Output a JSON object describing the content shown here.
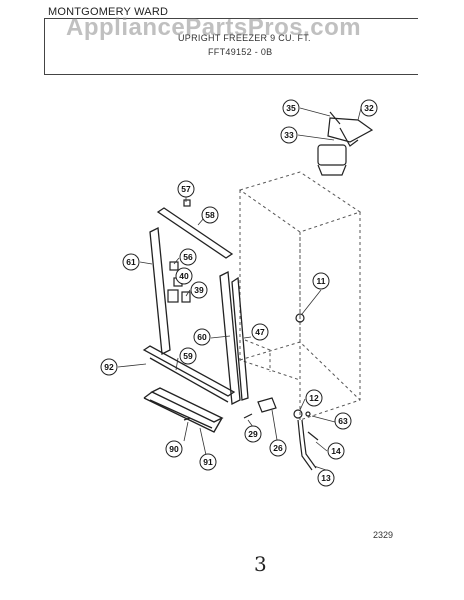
{
  "header": {
    "brand": "MONTGOMERY WARD",
    "watermark": "AppliancePartsPros.com",
    "model_title": "UPRIGHT FREEZER 9 CU. FT.",
    "model_code": "FFT49152 - 0B"
  },
  "footer": {
    "page_code": "2329",
    "page_number": "3"
  },
  "callouts": [
    {
      "id": "callout-35",
      "label": "35"
    },
    {
      "id": "callout-32",
      "label": "32"
    },
    {
      "id": "callout-33",
      "label": "33"
    },
    {
      "id": "callout-57",
      "label": "57"
    },
    {
      "id": "callout-58",
      "label": "58"
    },
    {
      "id": "callout-61",
      "label": "61"
    },
    {
      "id": "callout-56",
      "label": "56"
    },
    {
      "id": "callout-40",
      "label": "40"
    },
    {
      "id": "callout-39",
      "label": "39"
    },
    {
      "id": "callout-11",
      "label": "11"
    },
    {
      "id": "callout-60",
      "label": "60"
    },
    {
      "id": "callout-47",
      "label": "47"
    },
    {
      "id": "callout-92",
      "label": "92"
    },
    {
      "id": "callout-59",
      "label": "59"
    },
    {
      "id": "callout-12",
      "label": "12"
    },
    {
      "id": "callout-63",
      "label": "63"
    },
    {
      "id": "callout-29",
      "label": "29"
    },
    {
      "id": "callout-26",
      "label": "26"
    },
    {
      "id": "callout-14",
      "label": "14"
    },
    {
      "id": "callout-90",
      "label": "90"
    },
    {
      "id": "callout-91",
      "label": "91"
    },
    {
      "id": "callout-13",
      "label": "13"
    }
  ],
  "colors": {
    "ink": "#222222",
    "dashed": "#555555",
    "watermark": "#8c8c8c"
  }
}
